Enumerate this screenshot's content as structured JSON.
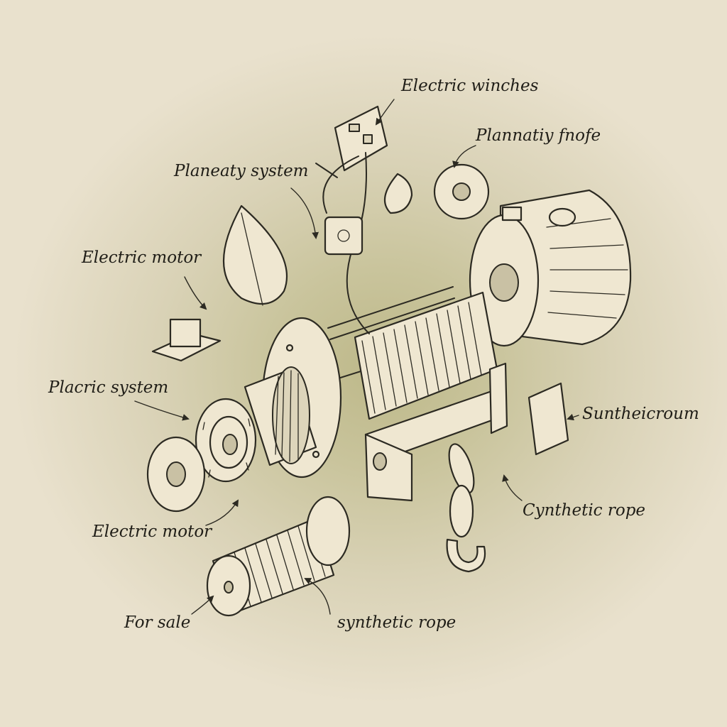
{
  "diagram": {
    "labels": {
      "electric_winches": "Electric winches",
      "planatiy_fnofe": "Plannatiy fnofe",
      "planeaty_system": "Planeaty system",
      "electric_motor_top": "Electric motor",
      "placric_system": "Placric system",
      "suntheicroum": "Suntheicroum",
      "cynthetic_rope": "Cynthetic rope",
      "electric_motor_bottom": "Electric motor",
      "for_sale": "For sale",
      "synthetic_rope": "synthetic rope"
    },
    "colors": {
      "paper": "#e9e1cd",
      "vignette": "#bdb889",
      "ink": "#2c2a22"
    }
  }
}
